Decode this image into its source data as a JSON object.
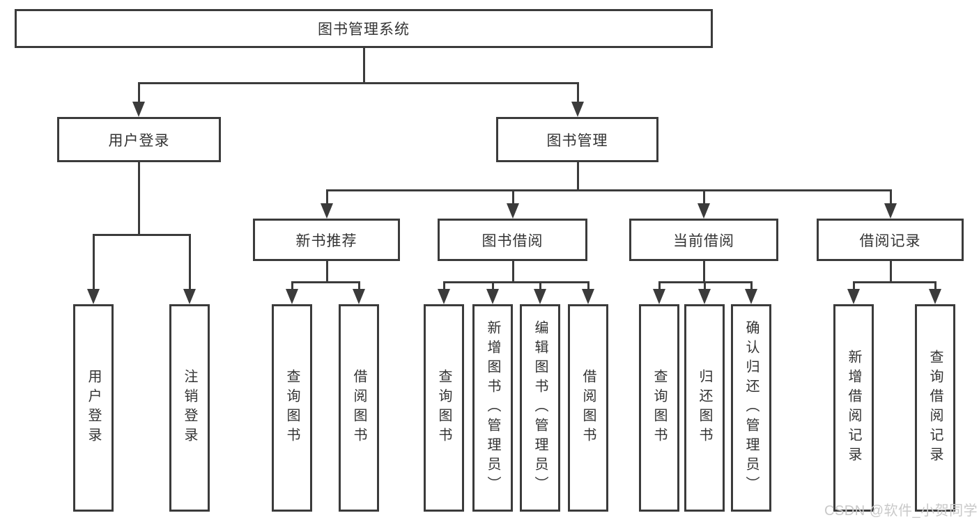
{
  "diagram": {
    "root": {
      "label": "图书管理系统"
    },
    "level2": [
      {
        "label": "用户登录",
        "children": [
          "用户登录",
          "注销登录"
        ]
      },
      {
        "label": "图书管理"
      }
    ],
    "level3": [
      {
        "label": "新书推荐",
        "children": [
          "查询图书",
          "借阅图书"
        ]
      },
      {
        "label": "图书借阅",
        "children": [
          "查询图书",
          "新增图书（管理员）",
          "编辑图书（管理员）",
          "借阅图书"
        ]
      },
      {
        "label": "当前借阅",
        "children": [
          "查询图书",
          "归还图书",
          "确认归还（管理员）"
        ]
      },
      {
        "label": "借阅记录",
        "children": [
          "新增借阅记录",
          "查询借阅记录"
        ]
      }
    ]
  },
  "watermark": {
    "text": "CSDN @软件_小贺同学"
  },
  "colors": {
    "line": "#3b3b3b",
    "text": "#333333",
    "watermark": "#c9c9c9",
    "background": "#ffffff"
  }
}
